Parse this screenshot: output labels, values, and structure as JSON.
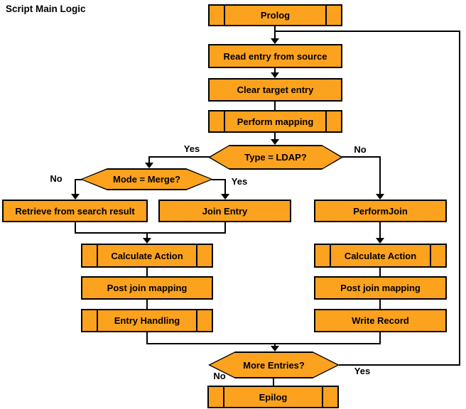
{
  "title": "Script Main Logic",
  "colors": {
    "node_fill": "#FFA41E",
    "node_border": "#000000",
    "background": "#FFFFFF",
    "text": "#000000"
  },
  "nodes": {
    "prolog": "Prolog",
    "read_entry": "Read entry from source",
    "clear_target": "Clear target entry",
    "perform_mapping": "Perform mapping",
    "retrieve": "Retrieve from search result",
    "join_entry": "Join Entry",
    "perform_join": "PerformJoin",
    "calc_action_left": "Calculate Action",
    "calc_action_right": "Calculate Action",
    "post_join_left": "Post join mapping",
    "post_join_right": "Post join mapping",
    "entry_handling": "Entry Handling",
    "write_record": "Write Record",
    "epilog": "Epilog"
  },
  "decisions": {
    "type_ldap": {
      "label": "Type = LDAP?",
      "yes_label": "Yes",
      "no_label": "No"
    },
    "mode_merge": {
      "label": "Mode = Merge?",
      "yes_label": "Yes",
      "no_label": "No"
    },
    "more_entries": {
      "label": "More Entries?",
      "yes_label": "Yes",
      "no_label": "No"
    }
  }
}
